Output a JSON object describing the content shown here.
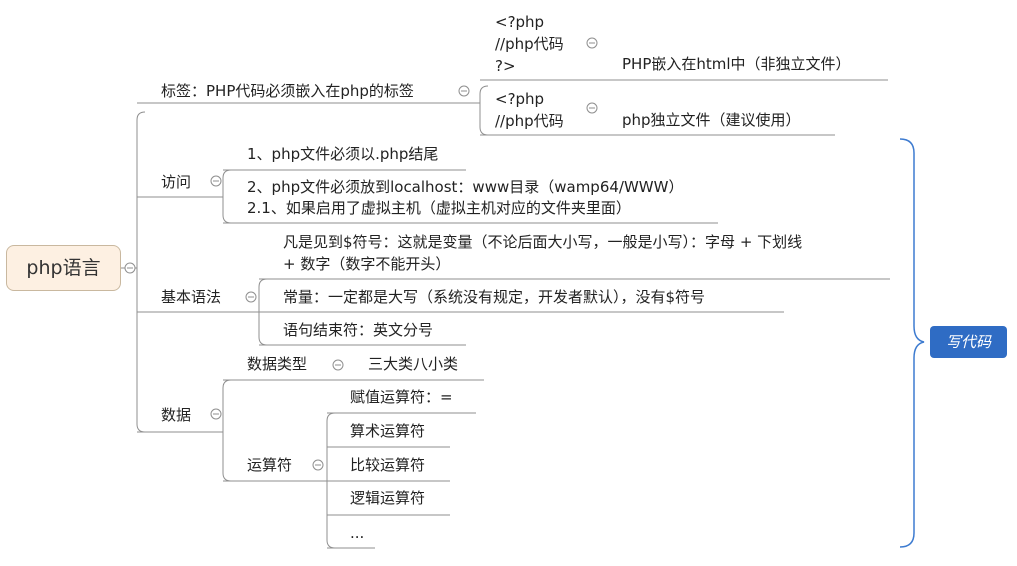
{
  "root": {
    "label": "php语言"
  },
  "branches": {
    "tags": {
      "label": "标签：PHP代码必须嵌入在php的标签",
      "children": [
        {
          "lines": [
            "<?php",
            "//php代码",
            "?>"
          ],
          "note": "PHP嵌入在html中（非独立文件）"
        },
        {
          "lines": [
            "<?php",
            "//php代码"
          ],
          "note": "php独立文件（建议使用）"
        }
      ]
    },
    "access": {
      "label": "访问",
      "items": [
        "1、php文件必须以.php结尾",
        "2、php文件必须放到localhost：www目录（wamp64/WWW）",
        "2.1、如果启用了虚拟主机（虚拟主机对应的文件夹里面）"
      ]
    },
    "syntax": {
      "label": "基本语法",
      "items": [
        "凡是见到$符号：这就是变量（不论后面大小写，一般是小写）：字母 + 下划线",
        "+ 数字（数字不能开头）",
        "常量：一定都是大写（系统没有规定，开发者默认），没有$符号",
        "语句结束符：英文分号"
      ]
    },
    "data": {
      "label": "数据",
      "types": {
        "label": "数据类型",
        "value": "三大类八小类"
      },
      "operators": {
        "label": "运算符",
        "items": [
          "赋值运算符：=",
          "算术运算符",
          "比较运算符",
          "逻辑运算符",
          "..."
        ]
      }
    }
  },
  "callout": {
    "label": "写代码"
  },
  "colors": {
    "line": "#8f8f8f",
    "callout": "#2f6cc4",
    "brace": "#3d7bd0",
    "root_fill": "#fdf0e2"
  }
}
